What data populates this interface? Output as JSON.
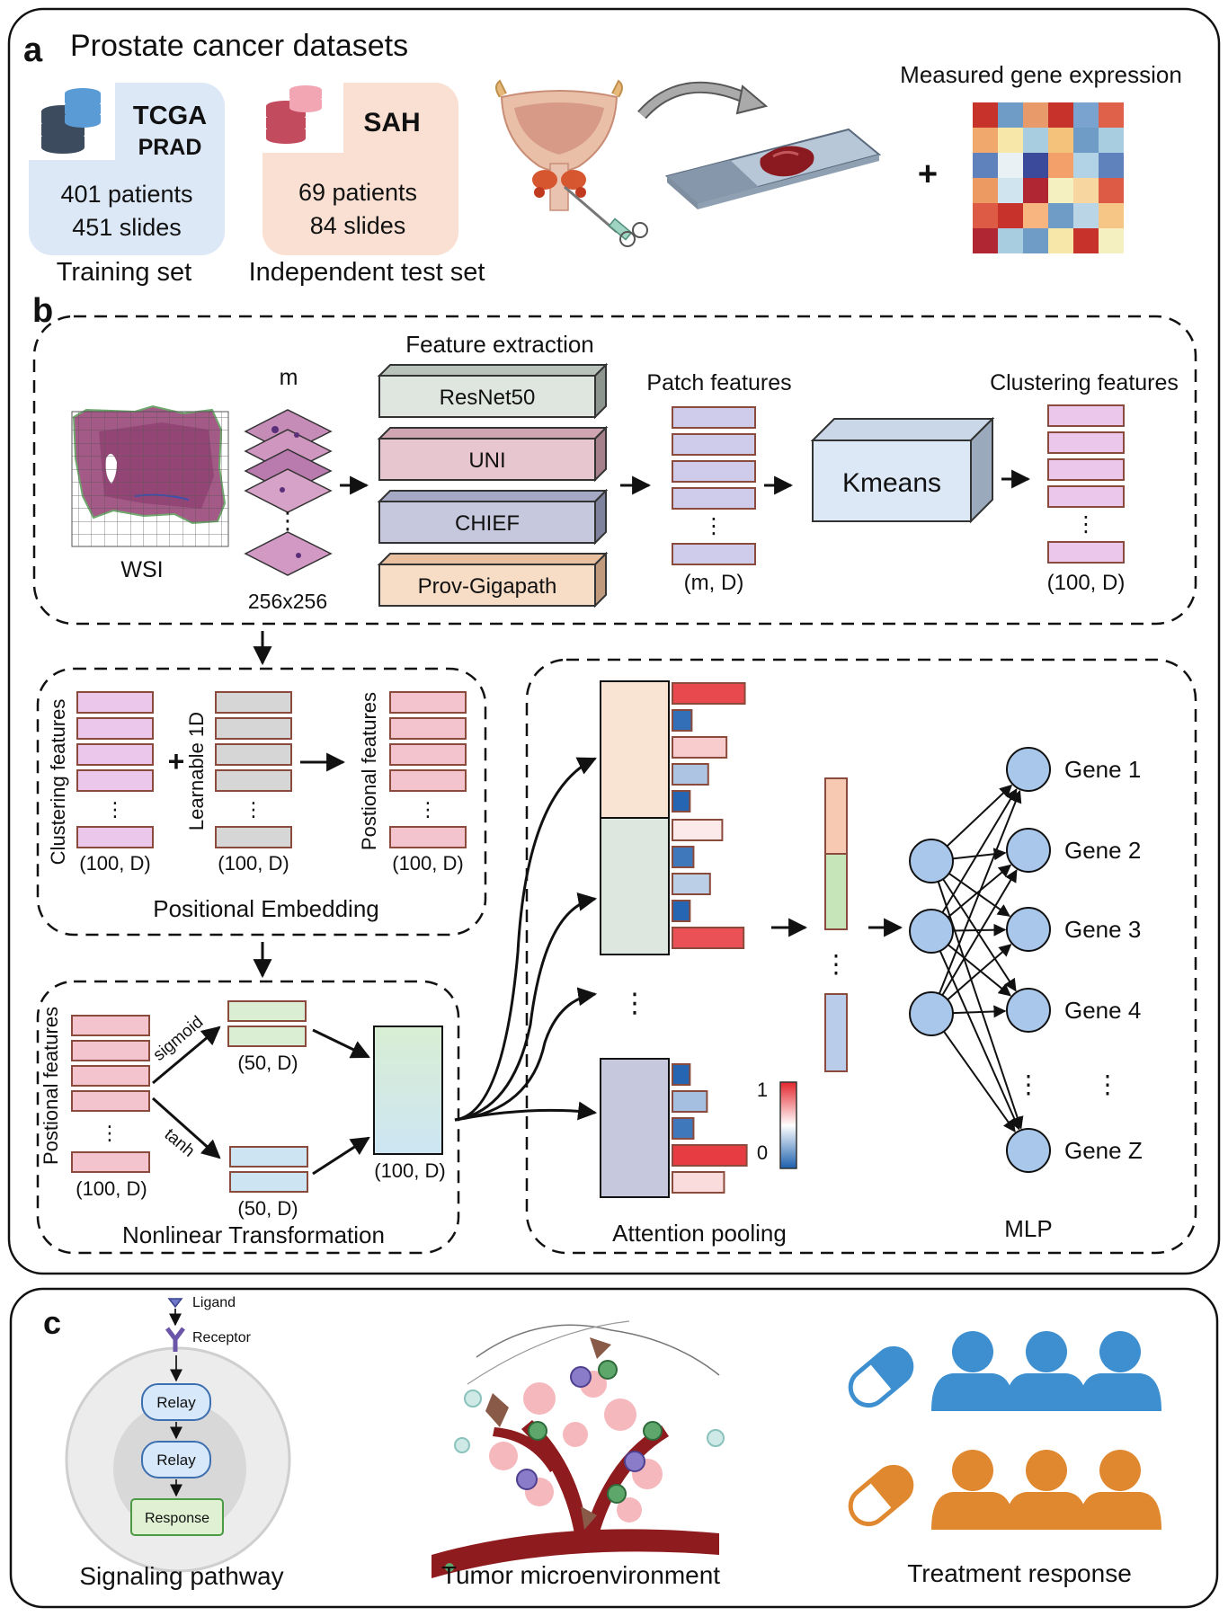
{
  "panel_a": {
    "letter": "a",
    "title": "Prostate cancer datasets",
    "tcga": {
      "name_line1": "TCGA",
      "name_line2": "PRAD",
      "patients": "401 patients",
      "slides": "451 slides",
      "caption": "Training set"
    },
    "sah": {
      "name": "SAH",
      "patients": "69 patients",
      "slides": "84 slides",
      "caption": "Independent test set"
    },
    "measured_label": "Measured gene expression",
    "plus": "+",
    "heatmap_colors": [
      [
        "#c7332a",
        "#6f9bc7",
        "#e89a6a",
        "#c7332a",
        "#7aa4cf",
        "#e0614a"
      ],
      [
        "#f0a86c",
        "#f7e7a8",
        "#a9cde0",
        "#f4c27a",
        "#6f9bc7",
        "#a9cde0"
      ],
      [
        "#5f82bd",
        "#eaf1f5",
        "#3b4a9a",
        "#f3a06b",
        "#b2d3e6",
        "#5f82bd"
      ],
      [
        "#ed9a62",
        "#cfe4ee",
        "#b02733",
        "#f4f0c0",
        "#f7d6a0",
        "#dd5a45"
      ],
      [
        "#dd5a45",
        "#c7332a",
        "#f8b580",
        "#6f9bc7",
        "#b9d5e6",
        "#f5c685"
      ],
      [
        "#b02733",
        "#a9cde0",
        "#6f9bc7",
        "#f7e7a8",
        "#c7332a",
        "#f4f0c0"
      ]
    ]
  },
  "panel_b": {
    "letter": "b",
    "feature_extraction_title": "Feature extraction",
    "models": [
      "ResNet50",
      "UNI",
      "CHIEF",
      "Prov-Gigapath"
    ],
    "wsi_label": "WSI",
    "m_label": "m",
    "patch_size": "256x256",
    "patch_features_title": "Patch features",
    "patch_dim": "(m, D)",
    "kmeans": "Kmeans",
    "clustering_title": "Clustering features",
    "clustering_dim": "(100, D)",
    "dots": "⋮",
    "pos_embed": {
      "clustering_label": "Clustering features",
      "learnable_label": "Learnable 1D",
      "positional_label": "Postional features",
      "dim": "(100, D)",
      "plus": "+",
      "caption": "Positional Embedding"
    },
    "nonlinear": {
      "input_label": "Postional features",
      "input_dim": "(100, D)",
      "sigmoid": "sigmoid",
      "tanh": "tanh",
      "half_dim": "(50, D)",
      "out_dim": "(100, D)",
      "caption": "Nonlinear Transformation"
    },
    "attention": {
      "caption": "Attention pooling",
      "scale_max": "1",
      "scale_min": "0",
      "attention_weights": [
        [
          0.92,
          0.05,
          0.62,
          0.32,
          0.02
        ],
        [
          0.55,
          0.08,
          0.35,
          0.02,
          0.9
        ],
        [
          0.02,
          0.3,
          0.08,
          0.95,
          0.58
        ]
      ]
    },
    "mlp": {
      "caption": "MLP",
      "genes": [
        "Gene 1",
        "Gene 2",
        "Gene 3",
        "Gene 4",
        "Gene Z"
      ]
    }
  },
  "panel_c": {
    "letter": "c",
    "signaling": {
      "ligand": "Ligand",
      "receptor": "Receptor",
      "relay1": "Relay",
      "relay2": "Relay",
      "response": "Response",
      "caption": "Signaling pathway"
    },
    "tme_caption": "Tumor microenvironment",
    "treatment_caption": "Treatment response"
  },
  "colors": {
    "ink": "#111111",
    "resnet_fill": "#dfe6e0",
    "uni_fill": "#e7c6cf",
    "chief_fill": "#c6c9dd",
    "prov_fill": "#f7dcc6",
    "patch_fill": "#cfcbeb",
    "cluster_fill": "#ebc7ec",
    "learn_fill": "#d6d6d6",
    "pos_fill": "#f3c4cd",
    "bar_border": "#8a4b3c",
    "tcga_fill": "#dce8f6",
    "sah_fill": "#f9e0d3",
    "kmeans_fill": "#dce8f6",
    "node_fill": "#a9c7ea",
    "drug_blue": "#3d8fd0",
    "drug_orange": "#e0882f"
  }
}
